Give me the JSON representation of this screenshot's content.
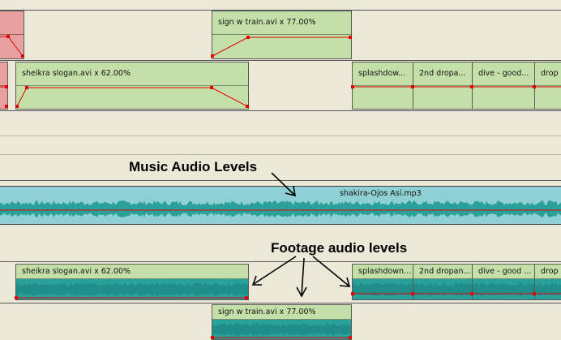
{
  "video_track_1": {
    "clips": [
      {
        "name": ""
      },
      {
        "name": "sign w train.avi x 77.00%"
      }
    ]
  },
  "video_track_2": {
    "clips": [
      {
        "name": ""
      },
      {
        "name": "sheikra slogan.avi x 62.00%"
      },
      {
        "name": "splashdow..."
      },
      {
        "name": "2nd dropa..."
      },
      {
        "name": "dive - good..."
      },
      {
        "name": "drop"
      }
    ]
  },
  "music_track": {
    "clip_name": "shakira-Ojos Así.mp3"
  },
  "audio_track_1": {
    "clips": [
      {
        "name": "sheikra slogan.avi x 62.00%"
      },
      {
        "name": "splashdown..."
      },
      {
        "name": "2nd dropan..."
      },
      {
        "name": "dive - good ..."
      },
      {
        "name": "drop"
      }
    ]
  },
  "audio_track_2": {
    "clips": [
      {
        "name": "sign w train.avi x 77.00%"
      }
    ]
  },
  "annotations": {
    "music": "Music Audio Levels",
    "footage": "Footage audio levels"
  },
  "colors": {
    "video_clip": "#c4dfa8",
    "selected_clip": "#e8a0a0",
    "audio_wave": "#2aa09a",
    "music_bg": "#8fd0d4",
    "envelope": "#e00000",
    "background": "#ece9d8"
  }
}
